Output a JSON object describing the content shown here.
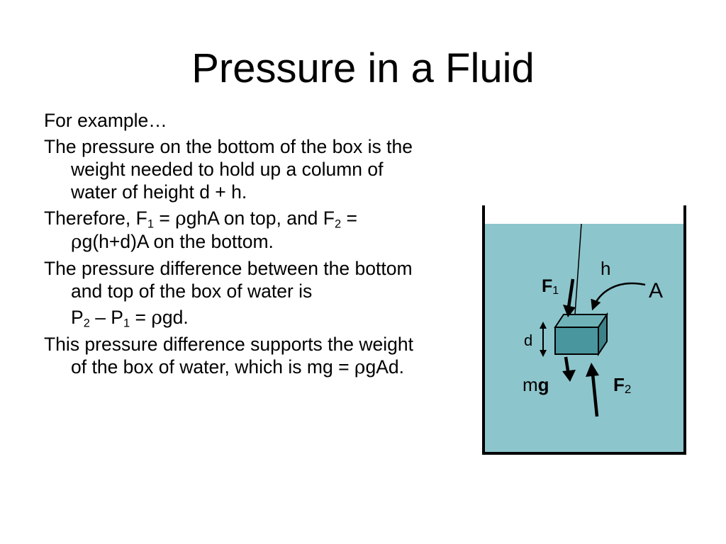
{
  "slide": {
    "title": "Pressure in a Fluid",
    "intro": "For example…",
    "p1": "The pressure on the bottom of the box is the weight needed to hold up a column of water of height d + h.",
    "p2": {
      "lead": "Therefore,  F",
      "sub1": "1",
      "eq1a": " = ",
      "rho": "ρ",
      "eq1b": "ghA on top, and F",
      "sub2": "2",
      "eq2a": " = ",
      "eq2b": "g(h+d)A on the bottom."
    },
    "p3": "The pressure difference between the bottom and top of the box of water is",
    "eq": {
      "p2": "P",
      "sub2": "2",
      "minus": " – P",
      "sub1": "1",
      "equals": " = ",
      "rho": "ρ",
      "rest": "gd."
    },
    "p4": {
      "text": "This pressure difference supports the weight of the box of water, which is mg = ",
      "rho": "ρ",
      "rest": "gAd."
    }
  },
  "diagram": {
    "water_color": "#8dc5cc",
    "box_front_color": "#4a969e",
    "box_top_color": "#6fb3b9",
    "box_side_color": "#3d8289",
    "labels": {
      "h": "h",
      "A": "A",
      "d": "d",
      "F1_main": "F",
      "F1_sub": "1",
      "mg_m": "m",
      "mg_g": "g",
      "F2_main": "F",
      "F2_sub": "2"
    }
  }
}
